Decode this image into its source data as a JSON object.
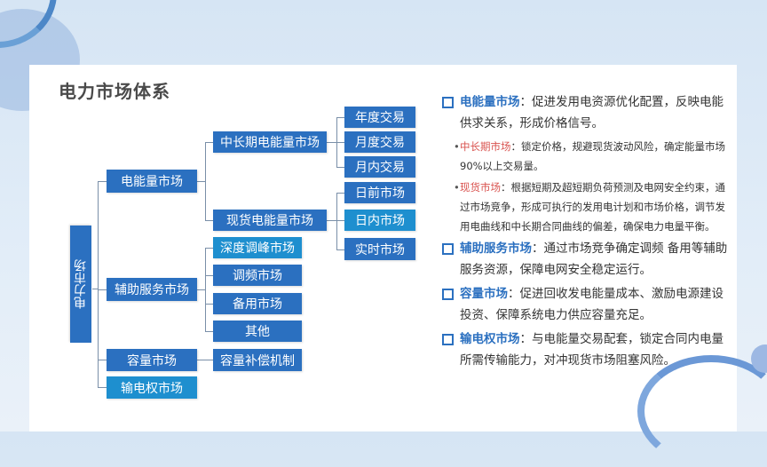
{
  "title": "电力市场体系",
  "tree": {
    "root": "电力市场",
    "level1": [
      "电能量市场",
      "辅助服务市场",
      "容量市场",
      "输电权市场"
    ],
    "energy_children": [
      "中长期电能量市场",
      "现货电能量市场"
    ],
    "midlong_children": [
      "年度交易",
      "月度交易",
      "月内交易"
    ],
    "spot_children": [
      "日前市场",
      "日内市场",
      "实时市场"
    ],
    "ancillary_children": [
      "深度调峰市场",
      "调频市场",
      "备用市场",
      "其他"
    ],
    "capacity_children": [
      "容量补偿机制"
    ]
  },
  "colors": {
    "box_dark": "#2b70c0",
    "box_light": "#1e8fcf",
    "heading_blue": "#2b70c0",
    "heading_red": "#d9534f"
  },
  "bullets": [
    {
      "heading": "电能量市场",
      "sep": "：",
      "text": "促进发用电资源优化配置，反映电能供求关系，形成价格信号。",
      "subs": [
        {
          "heading": "中长期市场",
          "sep": "：",
          "text": "锁定价格，规避现货波动风险，确定能量市场90%以上交易量。"
        },
        {
          "heading": "现货市场",
          "sep": "：",
          "text": "根据短期及超短期负荷预测及电网安全约束，通过市场竞争，形成可执行的发用电计划和市场价格，调节发用电曲线和中长期合同曲线的偏差，确保电力电量平衡。"
        }
      ]
    },
    {
      "heading": "辅助服务市场",
      "sep": "：",
      "text": "通过市场竞争确定调频  备用等辅助服务资源，保障电网安全稳定运行。"
    },
    {
      "heading": "容量市场",
      "sep": "：",
      "text": "促进回收发电能量成本、激励电源建设投资、保障系统电力供应容量充足。"
    },
    {
      "heading": "输电权市场",
      "sep": "：",
      "text": "与电能量交易配套，锁定合同内电量所需传输能力，对冲现货市场阻塞风险。"
    }
  ]
}
